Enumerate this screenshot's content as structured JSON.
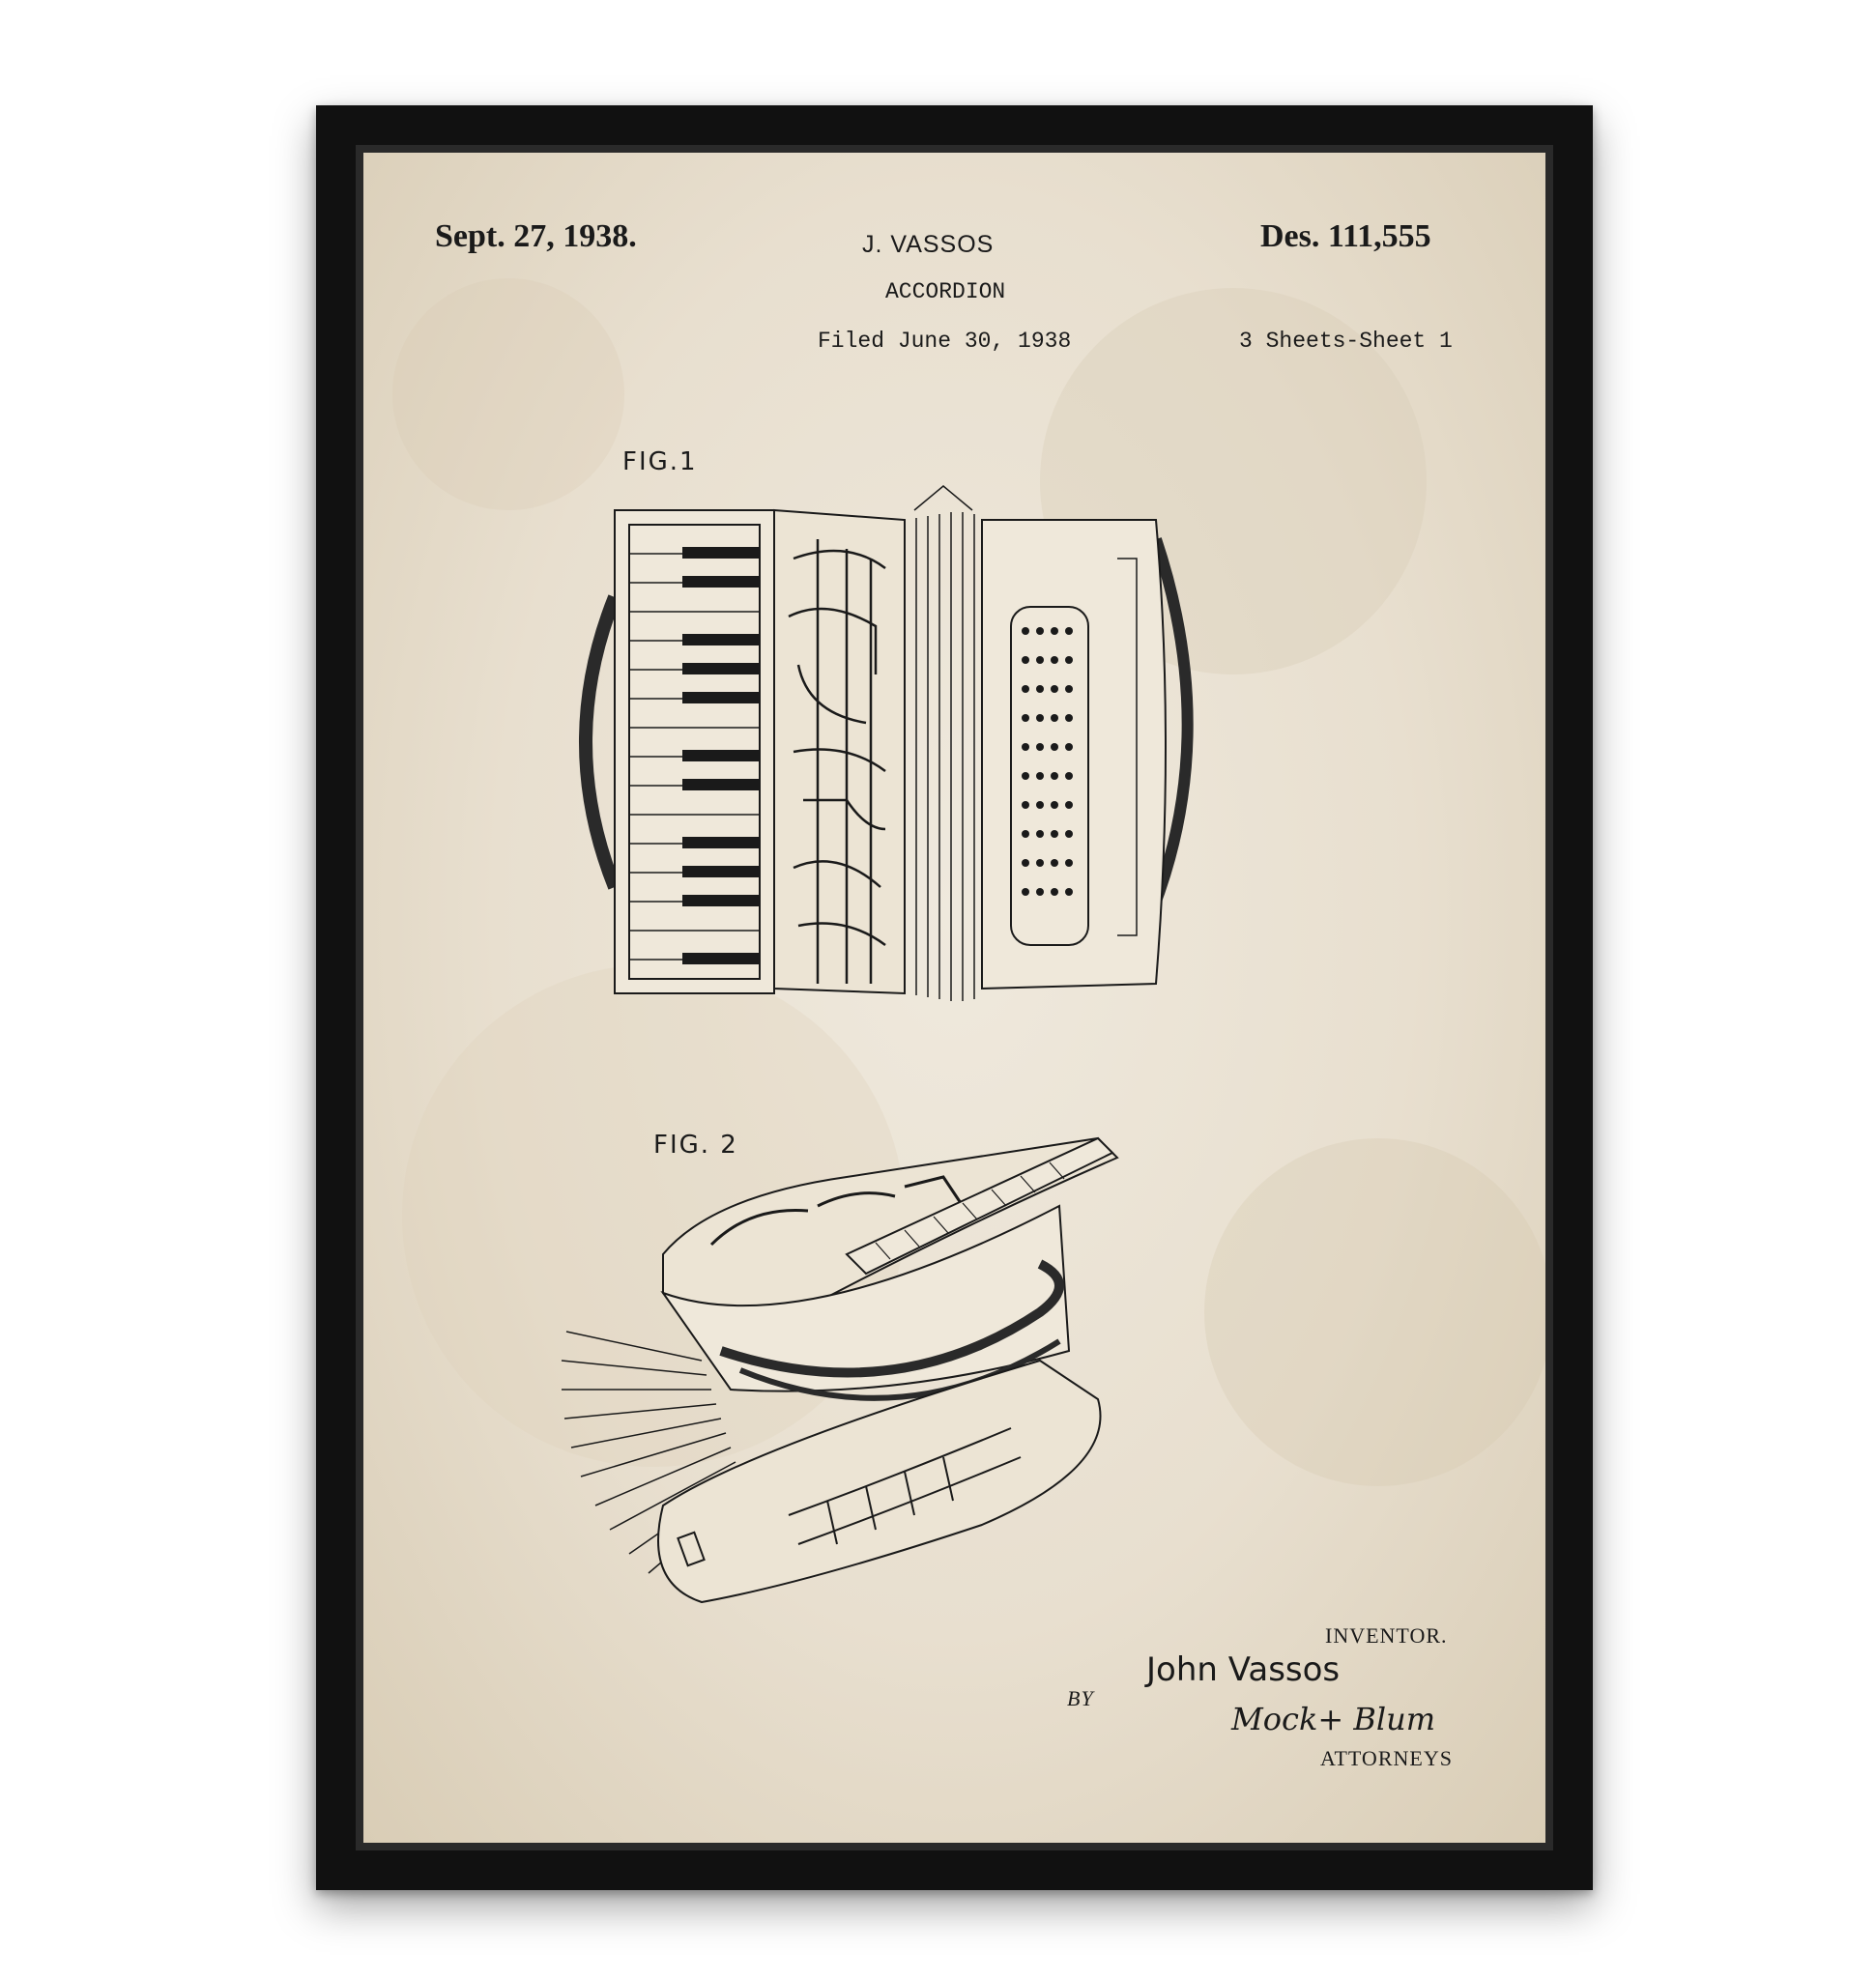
{
  "header": {
    "date": "Sept. 27, 1938.",
    "inventor_short": "J. VASSOS",
    "title": "ACCORDION",
    "filed": "Filed June 30, 1938",
    "patent_number": "Des. 111,555",
    "sheets": "3 Sheets-Sheet 1"
  },
  "figures": {
    "fig1_label": "FIG.1",
    "fig2_label": "FIG. 2"
  },
  "signature": {
    "inventor_label": "INVENTOR.",
    "inventor_name": "John Vassos",
    "by_label": "BY",
    "attorneys_name": "Mock+ Blum",
    "attorneys_label": "ATTORNEYS"
  },
  "colors": {
    "frame": "#111111",
    "paper": "#ebe3d4",
    "ink": "#1a1a1a"
  }
}
